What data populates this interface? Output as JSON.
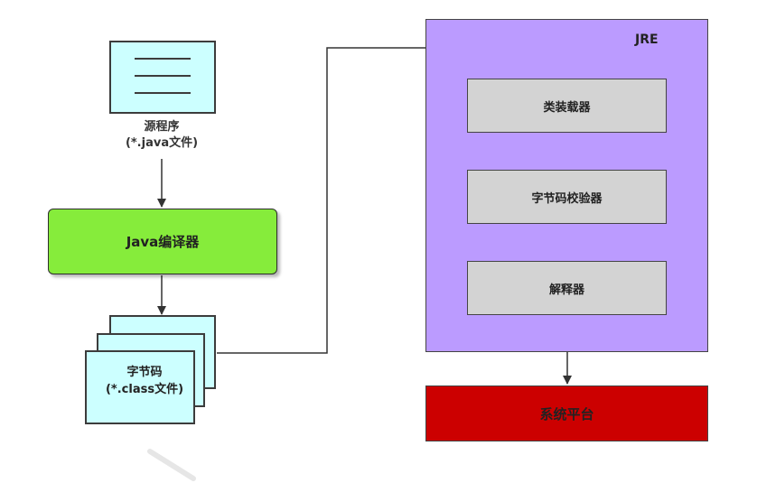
{
  "diagram": {
    "source": {
      "name": "源程序",
      "ext": "(*.java文件)"
    },
    "compiler": {
      "label": "Java编译器"
    },
    "bytecode": {
      "name": "字节码",
      "ext": "(*.class文件)"
    },
    "jre": {
      "label": "JRE",
      "components": [
        "类装载器",
        "字节码校验器",
        "解释器"
      ]
    },
    "platform": {
      "label": "系统平台"
    }
  },
  "colors": {
    "doc_fill": "#ccffff",
    "compiler_fill": "#86ec3b",
    "jre_fill": "#bb9bff",
    "component_fill": "#d3d3d3",
    "platform_fill": "#cc0000",
    "stroke": "#3c3c3c"
  }
}
